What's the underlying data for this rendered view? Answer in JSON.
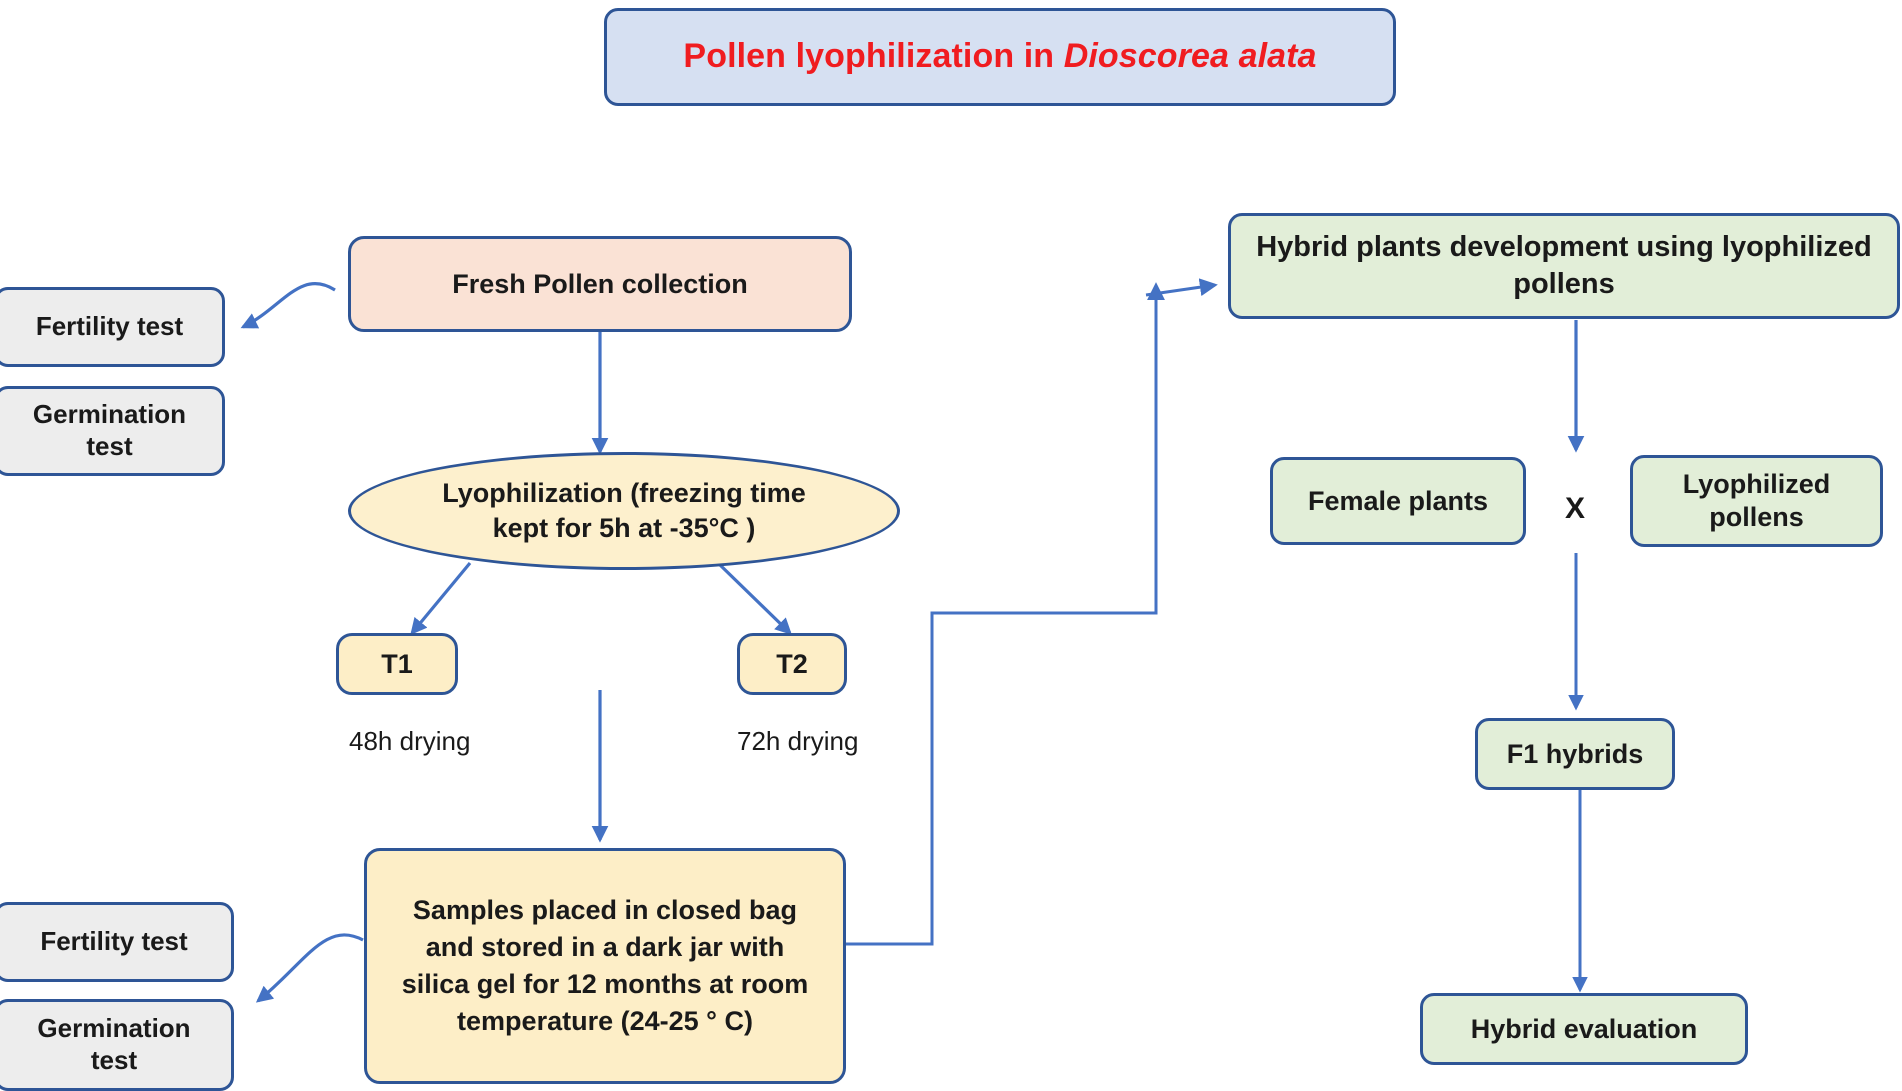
{
  "title": {
    "prefix": "Pollen lyophilization in ",
    "species": "Dioscorea alata"
  },
  "nodes": {
    "fresh_pollen": "Fresh Pollen collection",
    "fertility_test_top": "Fertility test",
    "germination_test_top": "Germination test",
    "lyophilization": "Lyophilization (freezing time kept for 5h at -35°C )",
    "t1": "T1",
    "t2": "T2",
    "t1_caption": "48h drying",
    "t2_caption": "72h drying",
    "storage": "Samples placed in closed bag and stored in a dark jar with silica gel for 12 months at room temperature (24-25 ° C)",
    "fertility_test_bottom": "Fertility test",
    "germination_test_bottom": "Germination test",
    "hybrid_development": "Hybrid plants development using lyophilized pollens",
    "female_plants": "Female plants",
    "cross": "X",
    "lyophilized_pollens": "Lyophilized pollens",
    "f1_hybrids": "F1 hybrids",
    "hybrid_evaluation": "Hybrid evaluation"
  },
  "colors": {
    "title_fill": "#d6e0f2",
    "title_text": "#f01c20",
    "border": "#2e5596",
    "connector": "#4472c4",
    "gray_fill": "#ededed",
    "peach_fill": "#fae2d5",
    "yellow_fill": "#fdeec7",
    "green_fill": "#e2eed8"
  }
}
